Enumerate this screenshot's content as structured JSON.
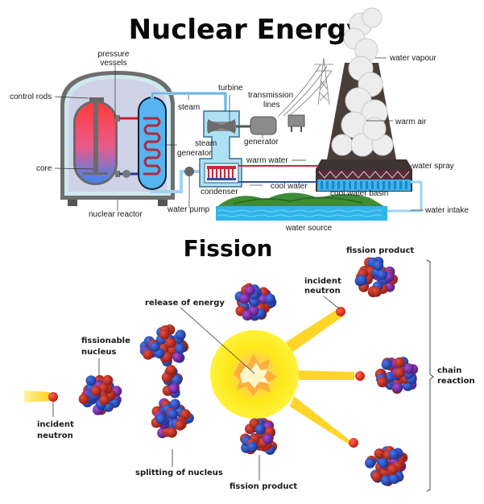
{
  "titles": {
    "main": "Nuclear Energy",
    "fission": "Fission"
  },
  "power_plant": {
    "labels": {
      "pressure_vessels_1": "pressure",
      "pressure_vessels_2": "vessels",
      "control_rods": "control rods",
      "core": "core",
      "nuclear_reactor": "nuclear reactor",
      "steam": "steam",
      "turbine": "turbine",
      "steam_generator_1": "steam",
      "steam_generator_2": "generator",
      "transmission_lines_1": "transmission",
      "transmission_lines_2": "lines",
      "generator": "generator",
      "warm_water": "warm water",
      "cool_water": "cool water",
      "condenser": "condenser",
      "water_pump": "water pump",
      "water_vapour": "water vapour",
      "warm_air": "warm air",
      "water_spray": "water spray",
      "cool_water_basin": "cool water basin",
      "water_intake": "water intake",
      "water_source": "water source"
    }
  },
  "fission": {
    "labels": {
      "fission_product_top": "fission product",
      "incident_neutron_top_1": "incident",
      "incident_neutron_top_2": "neutron",
      "release_of_energy": "release of energy",
      "fissionable_nucleus_1": "fissionable",
      "fissionable_nucleus_2": "nucleus",
      "incident_neutron_left_1": "incident",
      "incident_neutron_left_2": "neutron",
      "splitting_of_nucleus": "splitting of nucleus",
      "fission_product_bottom": "fission product",
      "chain_reaction_1": "chain",
      "chain_reaction_2": "reaction"
    }
  },
  "colors": {
    "hot": "#e8323c",
    "cool": "#3a8fe0",
    "pipe": "#9fd3ef",
    "proton": "#b52a1f",
    "neutron": "#2b4fc4",
    "purple": "#7a2aa8",
    "energy": "#ffe81a"
  }
}
